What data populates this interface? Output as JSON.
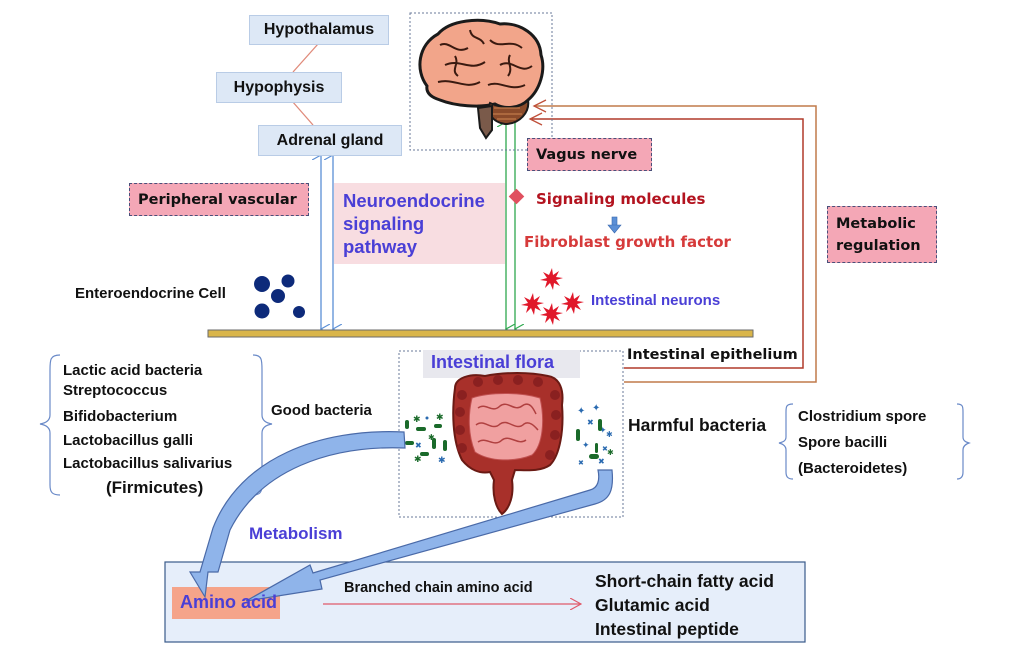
{
  "hpa_axis": {
    "hypothalamus": "Hypothalamus",
    "hypophysis": "Hypophysis",
    "adrenal_gland": "Adrenal gland"
  },
  "labels": {
    "peripheral_vascular": "Peripheral vascular",
    "neuroendocrine_line1": "Neuroendocrine",
    "neuroendocrine_line2": "signaling",
    "neuroendocrine_line3": "pathway",
    "vagus_nerve": "Vagus nerve",
    "signaling_molecules": "Signaling molecules",
    "fibroblast_growth_factor": "Fibroblast growth factor",
    "metabolic_regulation_line1": "Metabolic",
    "metabolic_regulation_line2": "regulation",
    "enteroendocrine_cell": "Enteroendocrine Cell",
    "intestinal_neurons": "Intestinal neurons",
    "intestinal_epithelium": "Intestinal epithelium",
    "intestinal_flora": "Intestinal flora",
    "good_bacteria": "Good bacteria",
    "harmful_bacteria": "Harmful bacteria",
    "metabolism": "Metabolism"
  },
  "good_bacteria_list": [
    "Lactic acid bacteria",
    "Streptococcus",
    "Bifidobacterium",
    "Lactobacillus galli",
    "Lactobacillus salivarius",
    "(Firmicutes)"
  ],
  "harmful_bacteria_list": [
    "Clostridium spore",
    "Spore bacilli",
    "(Bacteroidetes)"
  ],
  "metabolites": {
    "amino_acid": "Amino acid",
    "branched_chain": "Branched chain amino acid",
    "products": [
      "Short-chain fatty acid",
      "Glutamic acid",
      "Intestinal peptide"
    ]
  },
  "icons": {
    "brain": "brain-illustration",
    "intestine": "intestine-illustration",
    "enteroendocrine": "blue-cell-cluster",
    "neurons": "red-starburst-neurons",
    "bacteria": "green-blue-bacteria"
  },
  "colors": {
    "blue_box": "#dde8f6",
    "pink_box": "#f4a7b6",
    "purple_text": "#4a3fd6",
    "red_text": "#b3131f",
    "epithelium_bar": "#d9b54a",
    "metabolic_line": "#b04a2a",
    "vagus_line": "#2ea84f",
    "neuro_line": "#5b8fd6"
  }
}
